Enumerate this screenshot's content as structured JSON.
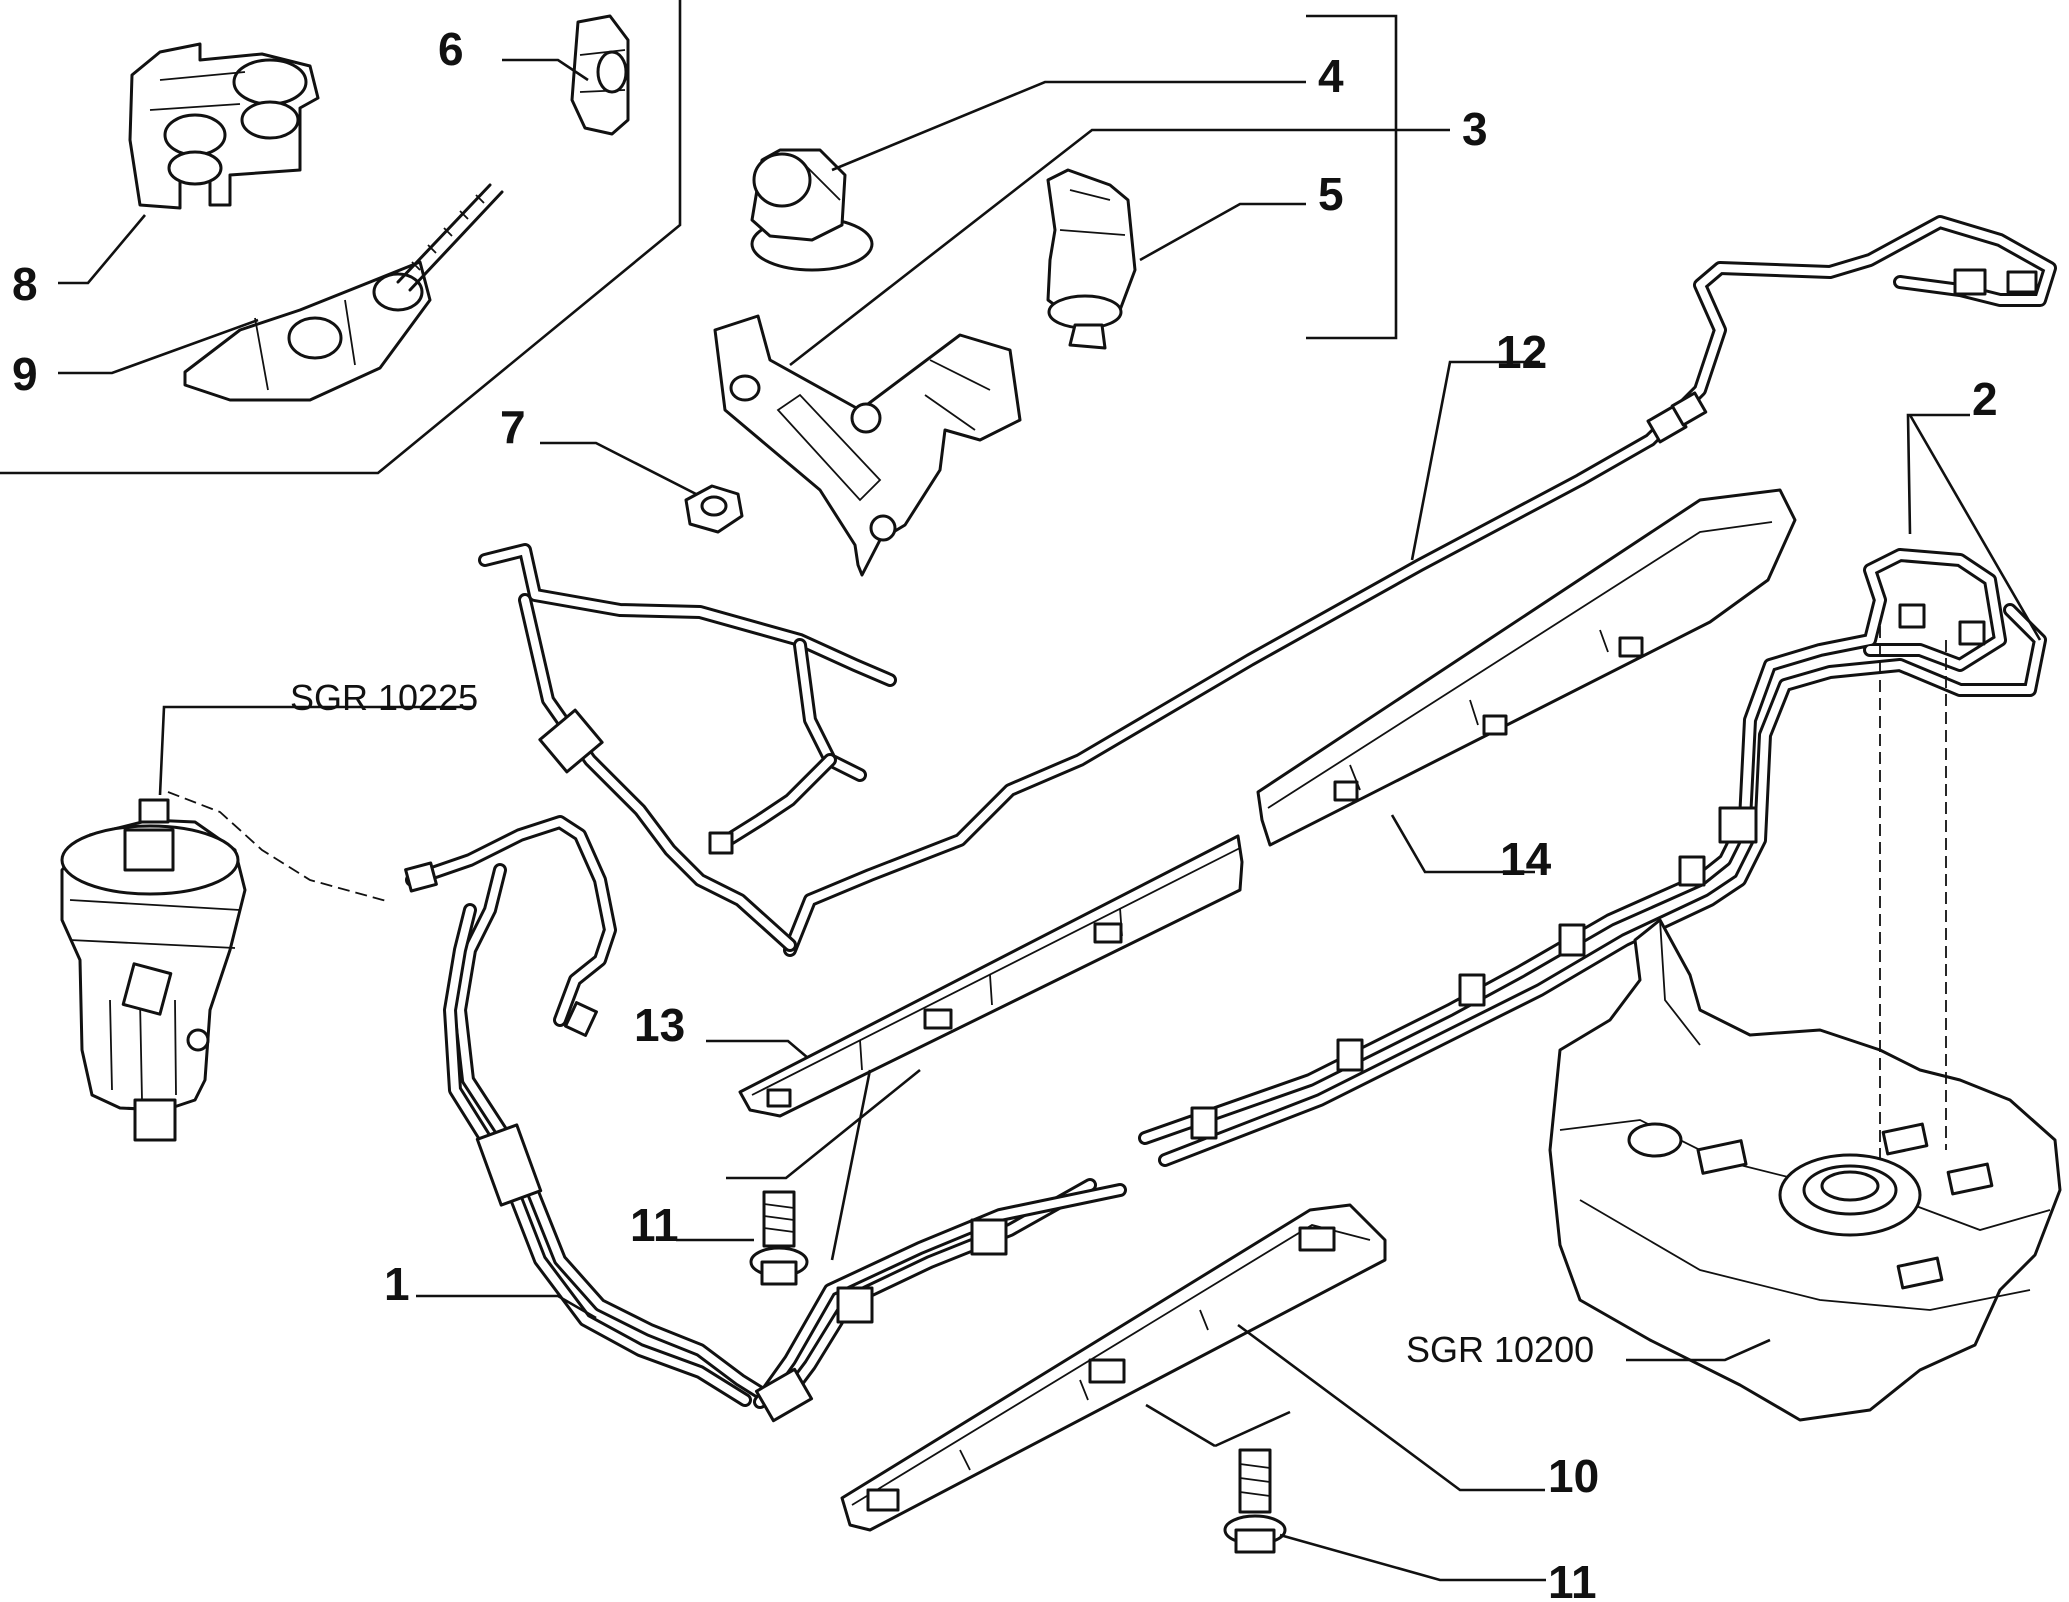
{
  "callouts": {
    "c1": "1",
    "c2": "2",
    "c3": "3",
    "c4": "4",
    "c5": "5",
    "c6": "6",
    "c7": "7",
    "c8": "8",
    "c9": "9",
    "c10": "10",
    "c11a": "11",
    "c11b": "11",
    "c12": "12",
    "c13": "13",
    "c14": "14"
  },
  "references": {
    "filter_group": "SGR 10225",
    "tank_group": "SGR 10200"
  }
}
